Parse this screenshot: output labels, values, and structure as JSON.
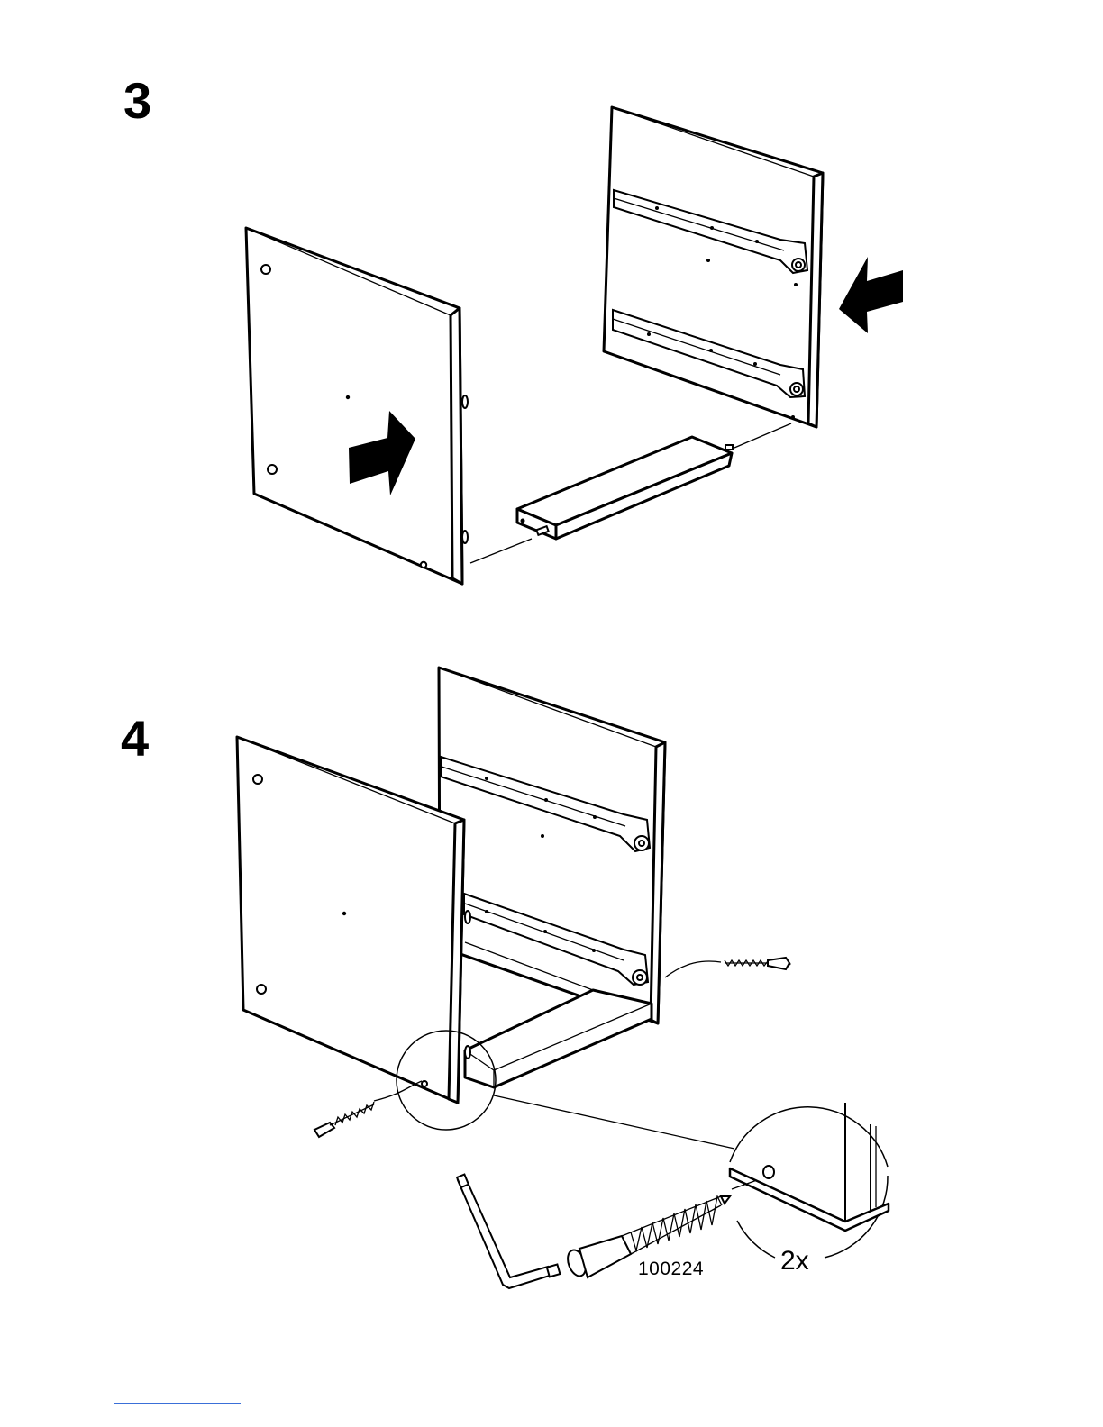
{
  "steps": [
    {
      "number": "3"
    },
    {
      "number": "4"
    }
  ],
  "parts": {
    "screw_part_number": "100224",
    "quantity": "2x"
  },
  "icons": [
    "push-arrow-icon",
    "allen-key-icon",
    "screw-icon",
    "magnifier-callout-icon"
  ]
}
